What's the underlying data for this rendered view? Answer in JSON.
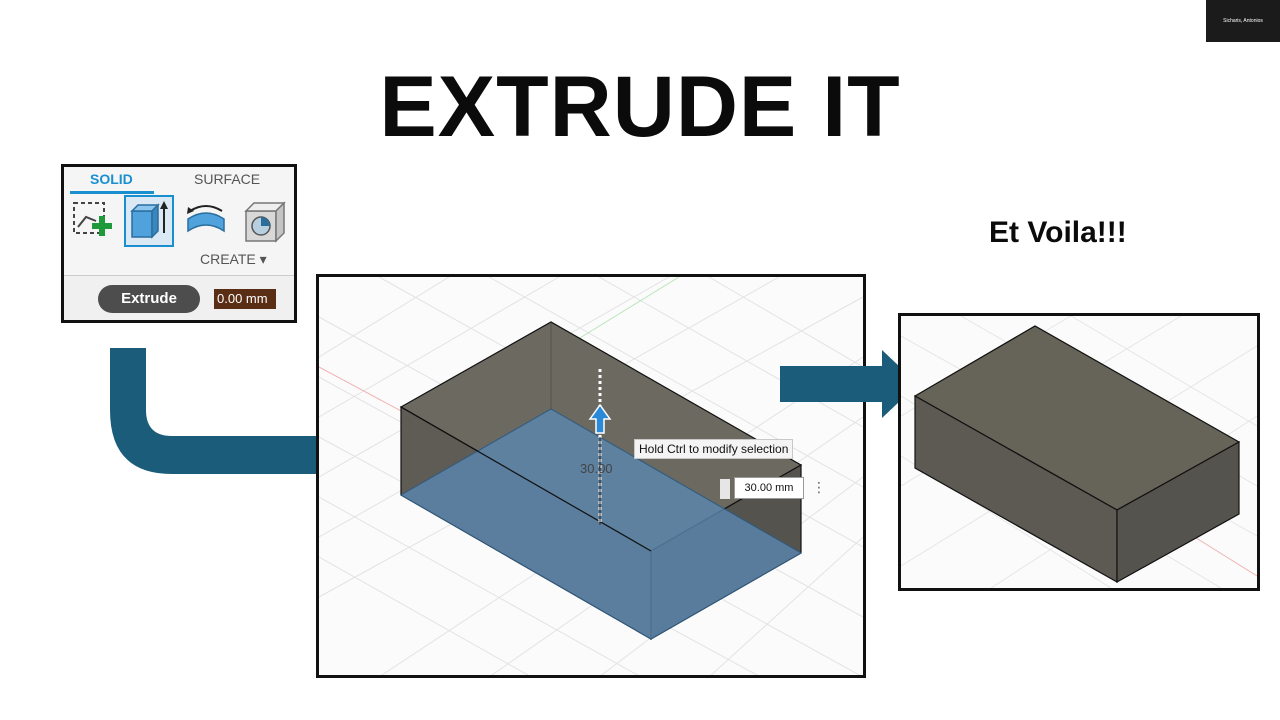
{
  "title": "EXTRUDE IT",
  "presenter": "Sicharis, Antonios",
  "toolbar": {
    "tab_solid": "SOLID",
    "tab_surface": "SURFACE",
    "create_label": "CREATE ▾",
    "command": "Extrude",
    "value": "0.00 mm"
  },
  "viewport": {
    "hint": "Hold Ctrl to modify selection",
    "dimension_input": "30.00 mm",
    "dimension_label": "30.00",
    "menu_glyph": "⋮"
  },
  "result_caption": "Et Voila!!!",
  "colors": {
    "arrow": "#1b5c7b",
    "accent": "#1a8fd0",
    "solid_face": "#5f5d55",
    "selected_face": "#4d7191"
  }
}
